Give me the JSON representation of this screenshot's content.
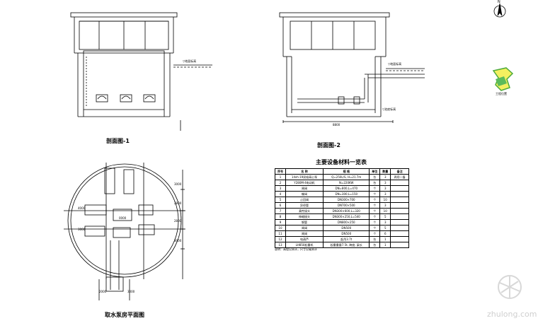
{
  "titles": {
    "section1": "剖面图-1",
    "section2": "剖面图-2",
    "plan": "取水泵房平面图",
    "table": "主要设备材料一览表"
  },
  "north_label": "N",
  "map_inset_label": "工程位置",
  "elev_labels": {
    "ground_left": "▽地面标高",
    "ground_right": "▽地面标高",
    "bottom_right": "▽池底标高",
    "width_right": "8800"
  },
  "plan_dims": {
    "right_1": "3000",
    "right_2": "2800",
    "right_3": "2800",
    "right_4": "3000",
    "left_1": "4000",
    "left_2": "3000",
    "bot_1": "2000",
    "bot_2": "3000",
    "center": "0000"
  },
  "table": {
    "headers": [
      "序号",
      "名  称",
      "规  格",
      "单位",
      "数量",
      "备注"
    ],
    "rows": [
      [
        "1",
        "14sh-19双吸离心泵",
        "Q=250L/S, H=21.7m",
        "台",
        "3",
        "两用一备"
      ],
      [
        "2",
        "Y280M-4电动机",
        "N=220KW",
        "台",
        "3",
        ""
      ],
      [
        "3",
        "闸阀",
        "DN=800,L=470",
        "个",
        "3",
        ""
      ],
      [
        "4",
        "蝶阀",
        "DN=300,L=150",
        "个",
        "3",
        ""
      ],
      [
        "5",
        "止回阀",
        "DN300×700",
        "个",
        "10",
        ""
      ],
      [
        "6",
        "异径管",
        "DN700×500",
        "个",
        "3",
        ""
      ],
      [
        "7",
        "柔性接头",
        "DN300×600,L=320",
        "个",
        "10",
        ""
      ],
      [
        "8",
        "伸缩接头",
        "DN300×250,L=540",
        "个",
        "5",
        ""
      ],
      [
        "9",
        "钢管",
        "DN800×250",
        "个",
        "3",
        ""
      ],
      [
        "10",
        "闸阀",
        "DN500",
        "个",
        "5",
        ""
      ],
      [
        "11",
        "闸阀",
        "DN500",
        "个",
        "6",
        ""
      ],
      [
        "12",
        "电葫芦",
        "起吊3.7t",
        "台",
        "1",
        ""
      ],
      [
        "13",
        "LH850起重机",
        "起重重量7.5t, 跨度, 梁长",
        "台",
        "1",
        ""
      ]
    ]
  },
  "note": "说明：高程以米计，尺寸以毫米计",
  "watermark": "zhulong.com"
}
